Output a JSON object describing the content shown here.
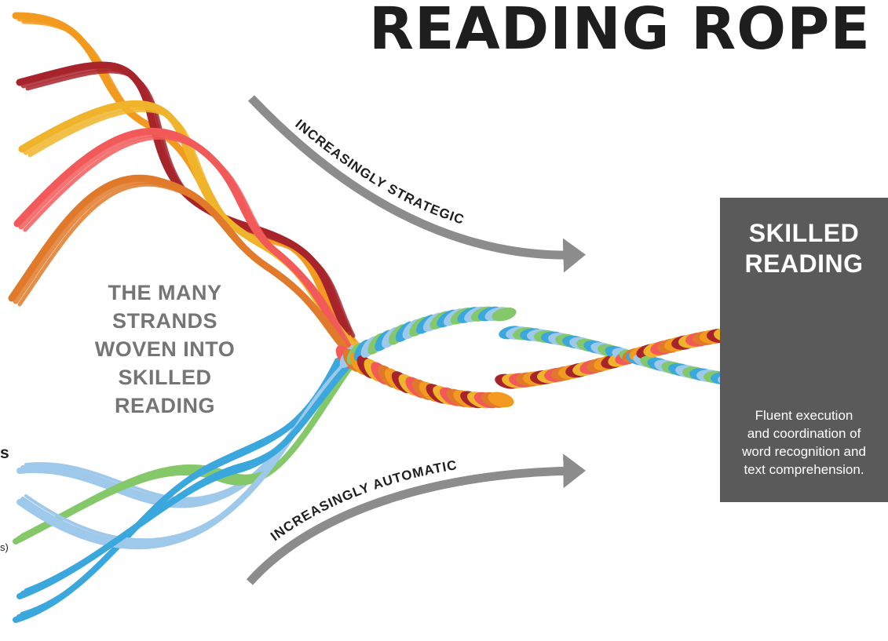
{
  "title": "READING ROPE",
  "center_label": [
    "THE MANY",
    "STRANDS",
    "WOVEN INTO",
    "SKILLED",
    "READING"
  ],
  "arrow_top_label": "INCREASINGLY STRATEGIC",
  "arrow_bottom_label": "INCREASINGLY AUTOMATIC",
  "skilled_box": {
    "title": [
      "SKILLED",
      "READING"
    ],
    "description": [
      "Fluent execution",
      "and coordination of",
      "word recognition and",
      "text comprehension."
    ]
  },
  "edge_marks": [
    "s",
    "s)"
  ],
  "colors": {
    "title_text": "#1e1e1e",
    "label_gray": "#757575",
    "arrow_gray": "#8c8c8c",
    "box": "#5a5a5a",
    "comprehension_strands": [
      "#f29a1f",
      "#a8242c",
      "#f0b42a",
      "#f25a5a",
      "#e07a2a"
    ],
    "word_recognition_strands": [
      "#9fc9ea",
      "#84c86a",
      "#3aa7dd"
    ]
  }
}
